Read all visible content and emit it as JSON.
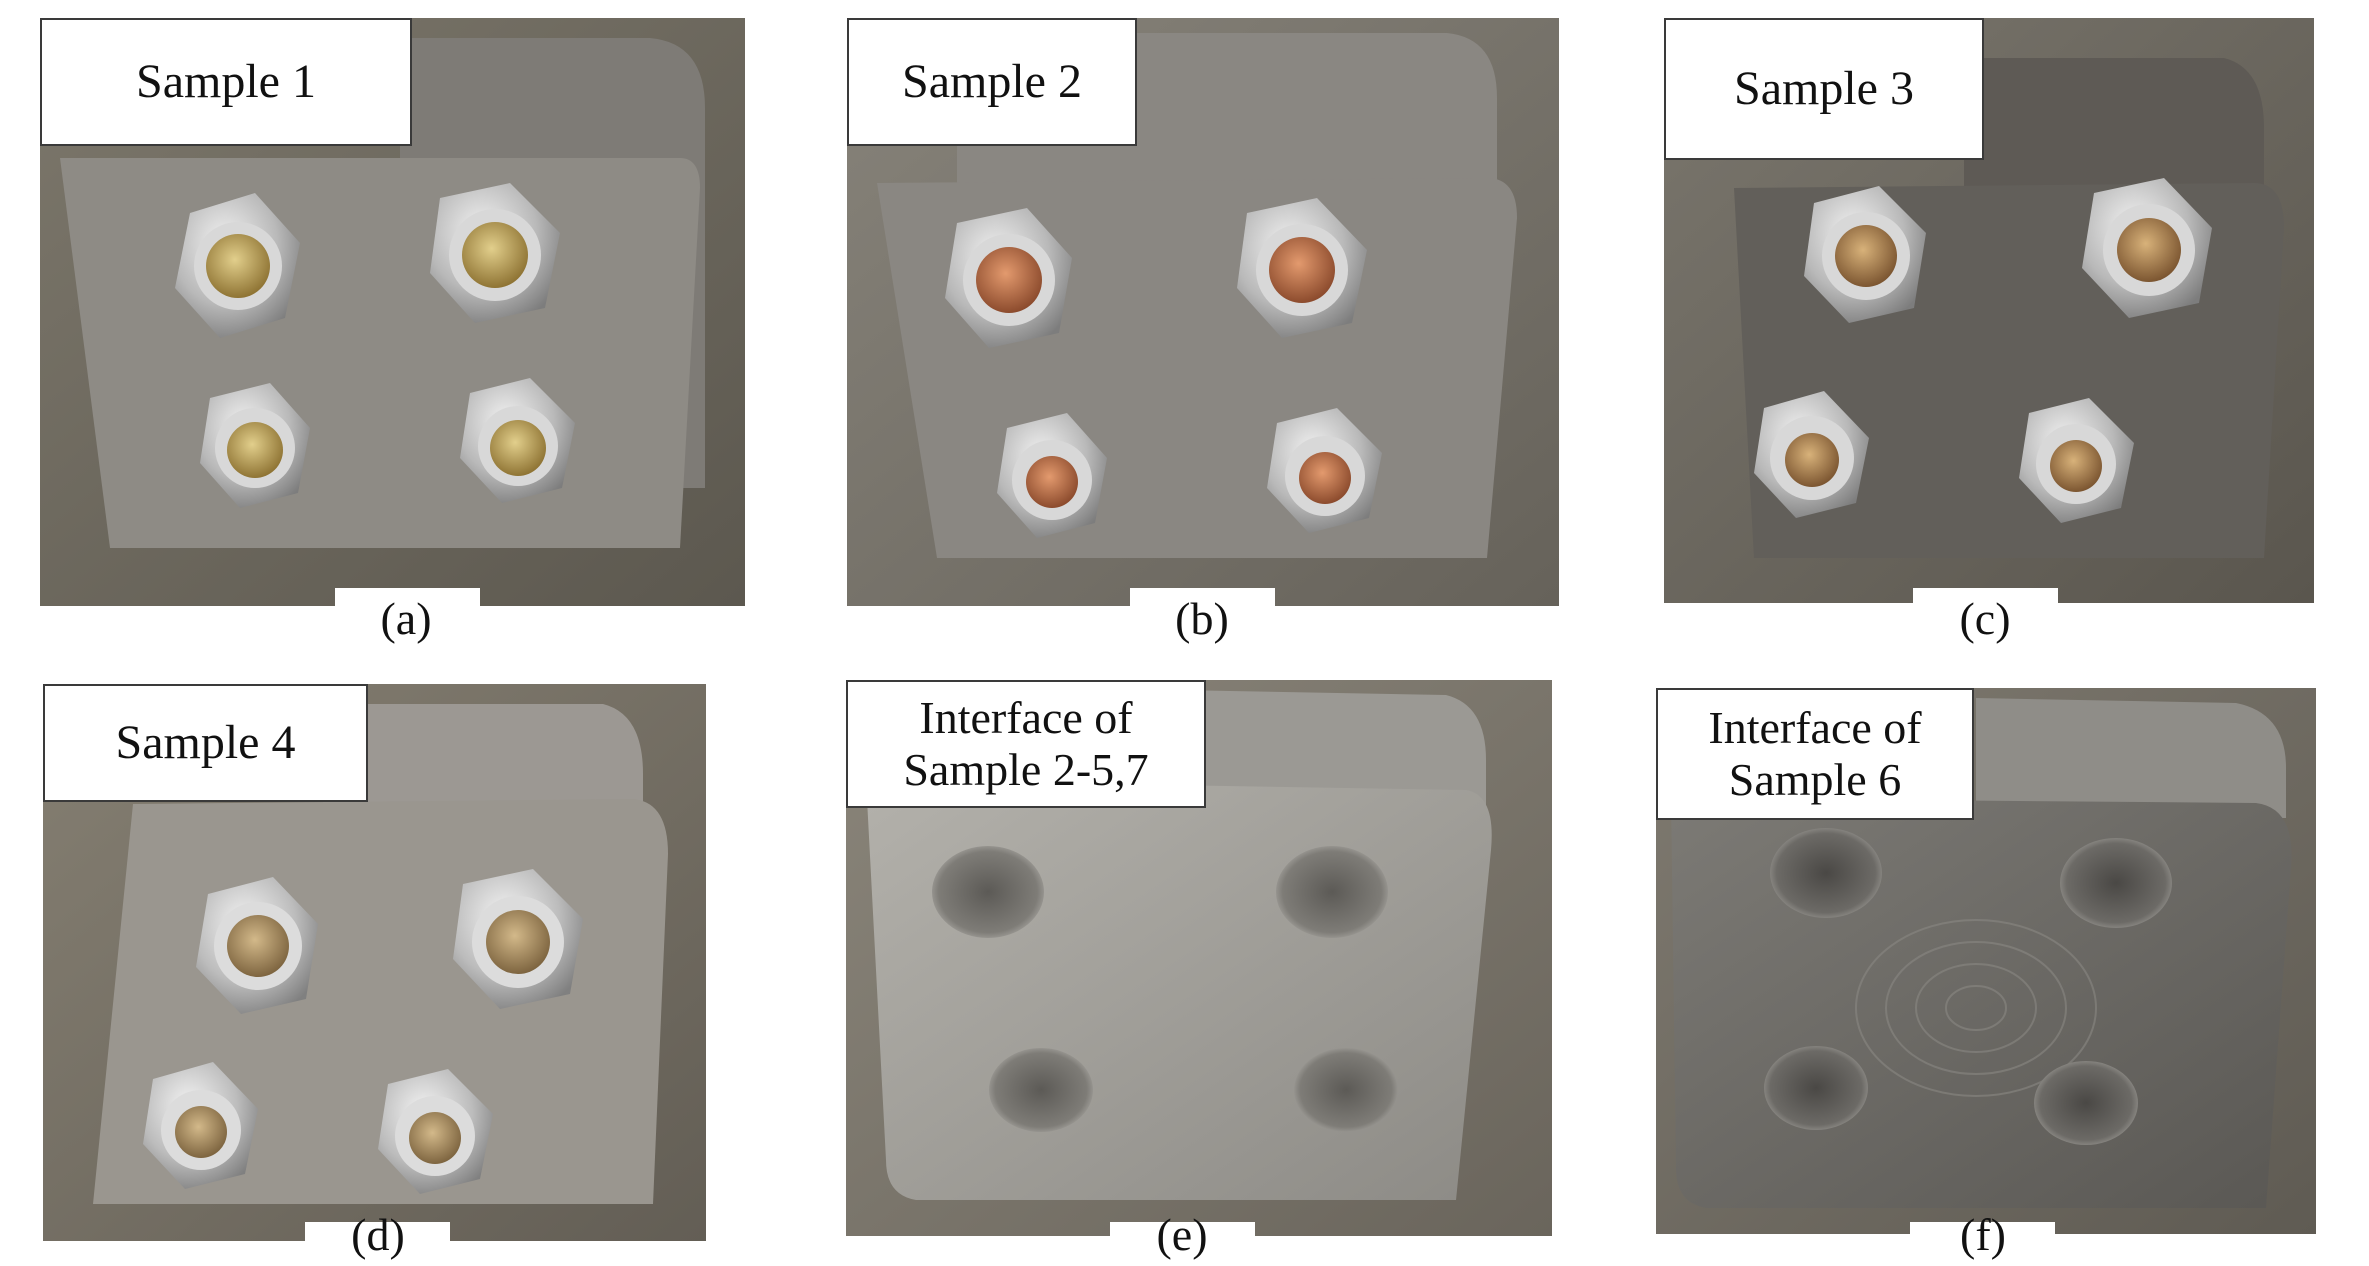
{
  "panels": [
    {
      "label": "Sample 1",
      "caption": "(a)"
    },
    {
      "label": "Sample 2",
      "caption": "(b)"
    },
    {
      "label": "Sample 3",
      "caption": "(c)"
    },
    {
      "label": "Sample 4",
      "caption": "(d)"
    },
    {
      "label_line1": "Interface of",
      "label_line2": "Sample 2-5,7",
      "caption": "(e)"
    },
    {
      "label_line1": "Interface of",
      "label_line2": "Sample 6",
      "caption": "(f)"
    }
  ],
  "colors": {
    "background_floor": "#6f6a5f",
    "steel_plate": "#8f8c86",
    "steel_plate_dark": "#5f5c57",
    "nut_steel": "#c9c9c9",
    "bolt_core_brass": "#b89a55",
    "bolt_core_copper": "#b06a45",
    "machined_face": "#9d9b96"
  }
}
